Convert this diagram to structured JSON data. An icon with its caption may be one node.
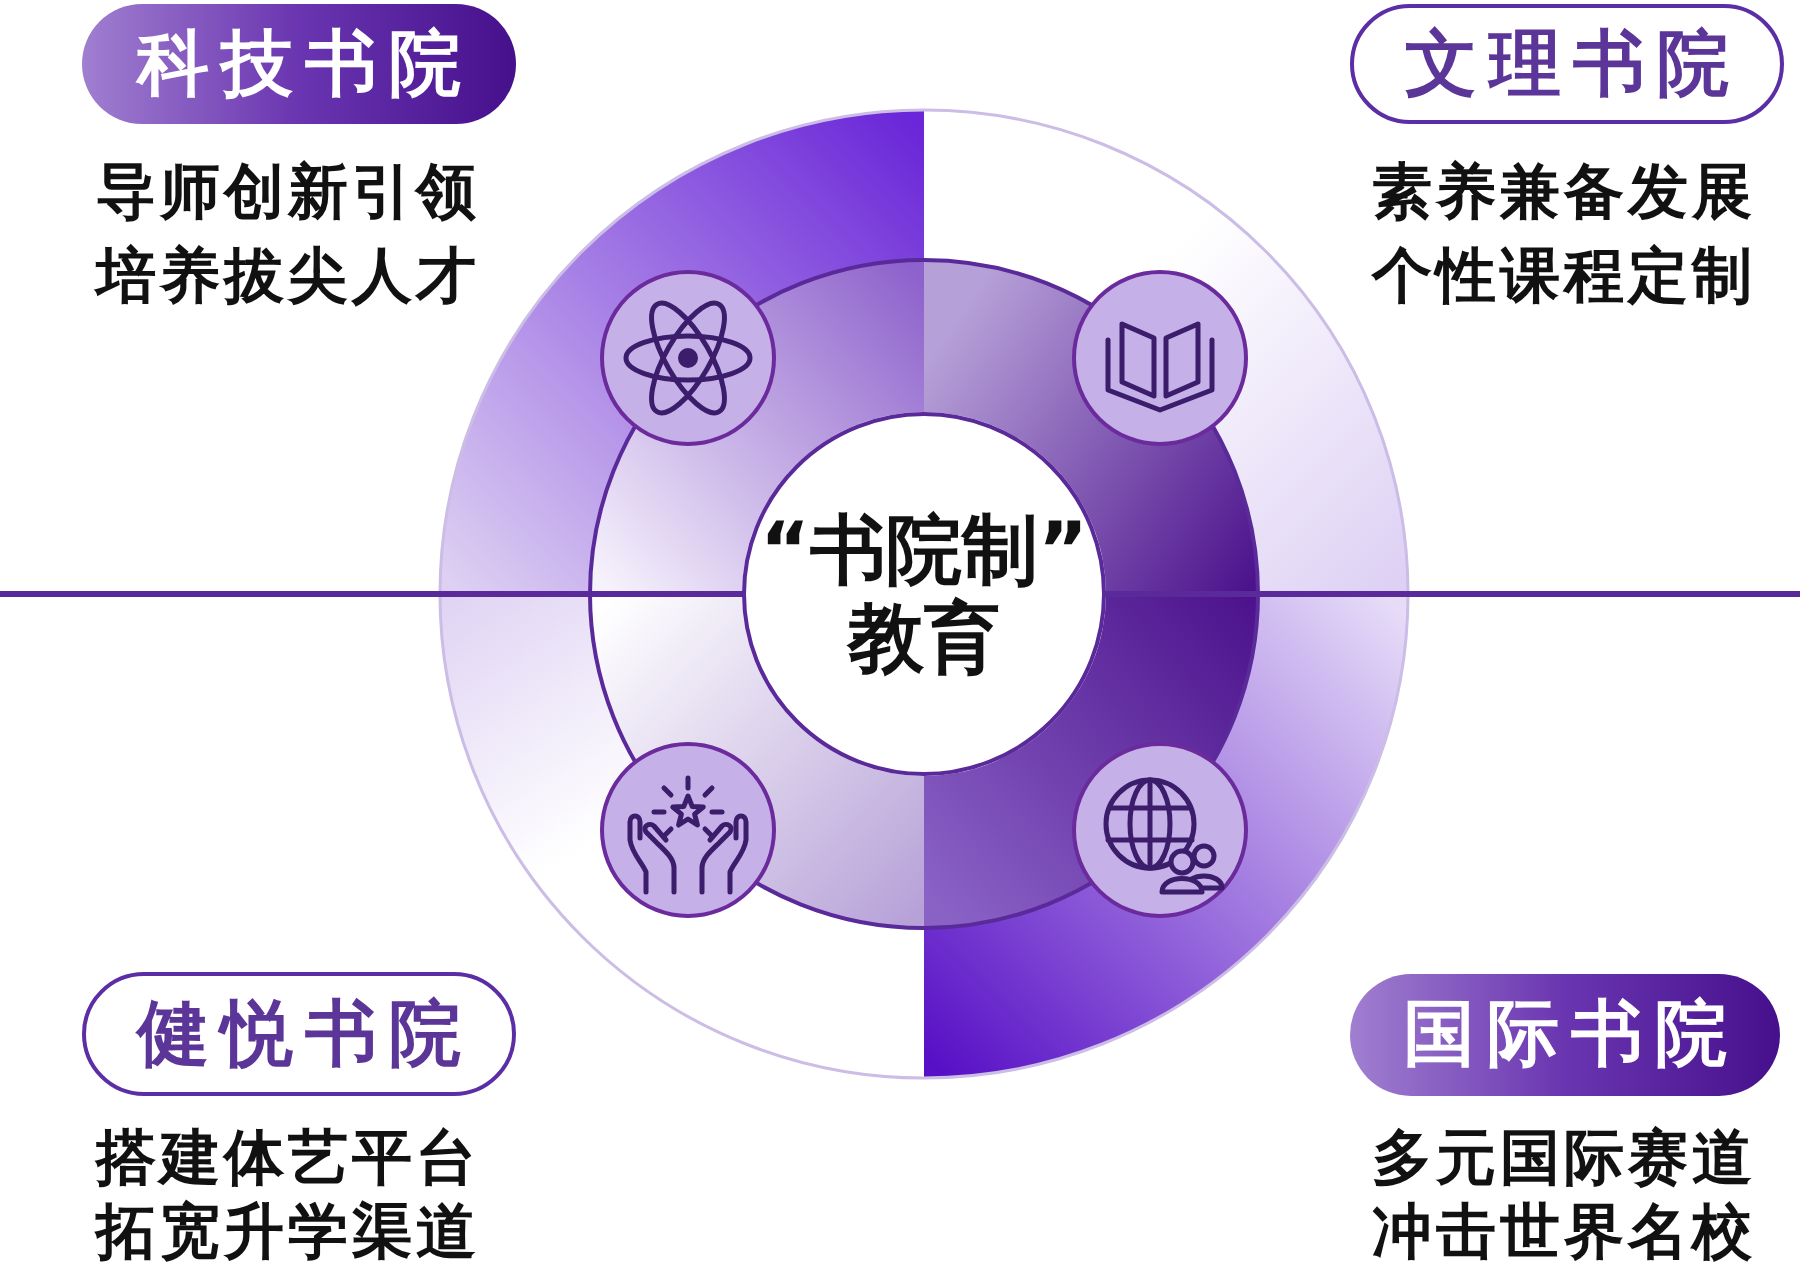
{
  "diagram": {
    "nodes": [
      {
        "text": [
          "科技书院"
        ],
        "beside": [
          "导师创新引领",
          "培养拔尖人才"
        ]
      },
      {
        "text": [
          "文理书院"
        ],
        "beside": [
          "素养兼备发展",
          "个性课程定制"
        ]
      },
      {
        "text": [
          "“书院制”教育"
        ]
      },
      {
        "text": [
          "健悦书院"
        ],
        "beside": [
          "搭建体艺平台",
          "拓宽升学渠道"
        ]
      },
      {
        "text": [
          "国际书院"
        ],
        "beside": [
          "多元国际赛道",
          "冲击世界名校"
        ]
      }
    ]
  }
}
